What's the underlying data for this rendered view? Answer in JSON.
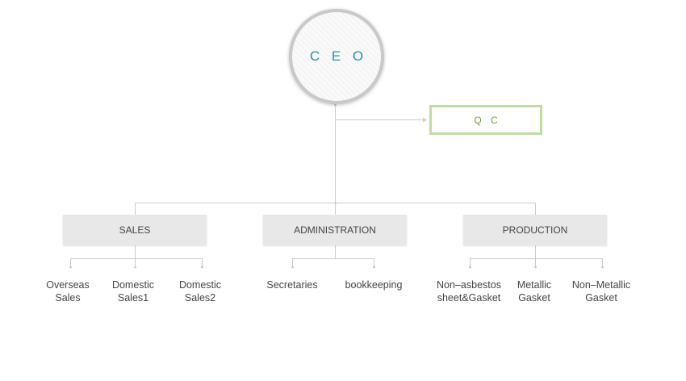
{
  "ceo": {
    "label": "C E O"
  },
  "qc": {
    "label": "Q C"
  },
  "departments": [
    {
      "label": "SALES",
      "subs": [
        "Overseas\nSales",
        "Domestic\nSales1",
        "Domestic\nSales2"
      ]
    },
    {
      "label": "ADMINISTRATION",
      "subs": [
        "Secretaries",
        "bookkeeping"
      ]
    },
    {
      "label": "PRODUCTION",
      "subs": [
        "Non–asbestos\nsheet&Gasket",
        "Metallic\nGasket",
        "Non–Metallic\nGasket"
      ]
    }
  ],
  "colors": {
    "ceo_text": "#2d8fa3",
    "qc_text": "#7a9a46",
    "qc_border": "#c2dba0",
    "line": "#cccccc"
  }
}
